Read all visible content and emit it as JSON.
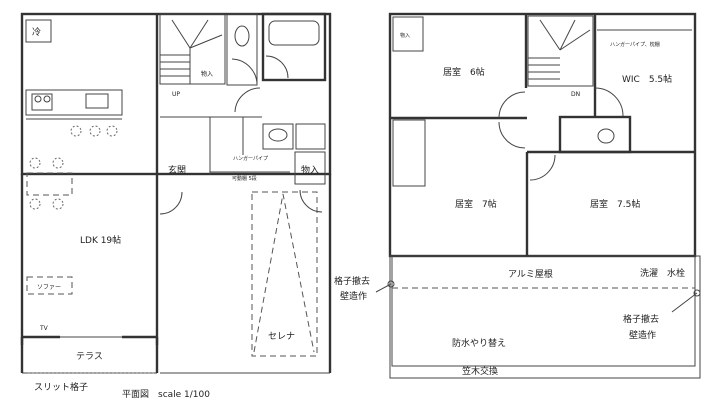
{
  "first_floor": {
    "fridge": "冷",
    "storage_stairs": "物入",
    "up": "UP",
    "entrance": "玄関",
    "hanger_pipe": "ハンガーパイプ",
    "movable_shelf": "可動棚 5段",
    "storage_entry": "物入",
    "ldk": "LDK 19帖",
    "sofa": "ソファー",
    "tv": "TV",
    "terrace": "テラス",
    "car": "セレナ",
    "slit_lattice": "スリット格子",
    "plan_title": "平面図　scale 1/100"
  },
  "second_floor": {
    "storage": "物入",
    "room_6": "居室　6帖",
    "dn": "DN",
    "hanger_shelf": "ハンガーパイプ、枕棚",
    "wic": "WIC　5.5帖",
    "room_7": "居室　7帖",
    "room_75": "居室　7.5帖",
    "aluminum_roof": "アルミ屋根",
    "laundry_faucet": "洗濯　水栓",
    "lattice_left_1": "格子撤去",
    "lattice_left_2": "壁造作",
    "lattice_right_1": "格子撤去",
    "lattice_right_2": "壁造作",
    "waterproof": "防水やり替え",
    "coping": "笠木交換"
  }
}
